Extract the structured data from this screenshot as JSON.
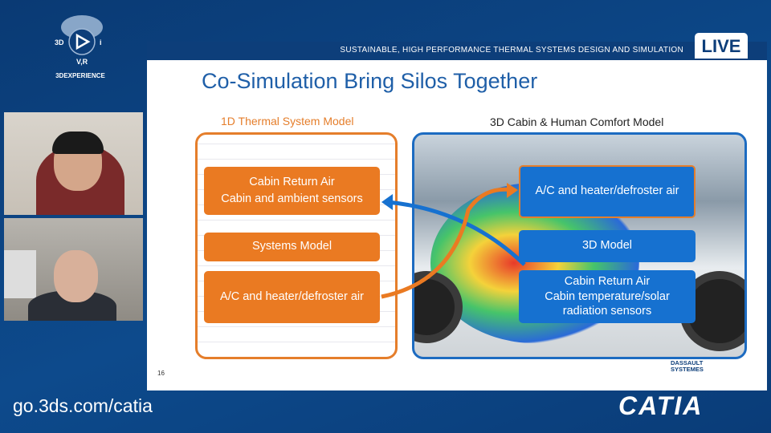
{
  "brand": {
    "logo_text": "3DEXPERIENCE",
    "logo_labels": [
      "3D",
      "V,R",
      "i"
    ]
  },
  "header": {
    "title": "SUSTAINABLE, HIGH PERFORMANCE THERMAL SYSTEMS DESIGN AND SIMULATION",
    "live_badge": "LIVE"
  },
  "slide": {
    "title": "Co-Simulation Bring Silos Together",
    "left_panel": {
      "title": "1D Thermal System Model",
      "boxes": [
        [
          "Cabin Return Air",
          "Cabin and ambient sensors"
        ],
        [
          "Systems Model"
        ],
        [
          "A/C and heater/defroster air"
        ]
      ]
    },
    "right_panel": {
      "title": "3D Cabin & Human Comfort Model",
      "boxes": [
        [
          "A/C and heater/defroster air"
        ],
        [
          "3D Model"
        ],
        [
          "Cabin Return Air",
          "Cabin temperature/solar",
          "radiation sensors"
        ]
      ]
    },
    "page_number": "16",
    "footer_logo": [
      "DASSAULT",
      "SYSTEMES"
    ]
  },
  "footer": {
    "url": "go.3ds.com/catia",
    "product": "CATIA"
  },
  "colors": {
    "orange": "#ea7a22",
    "blue": "#1671d0",
    "navy": "#0d3e7a"
  }
}
